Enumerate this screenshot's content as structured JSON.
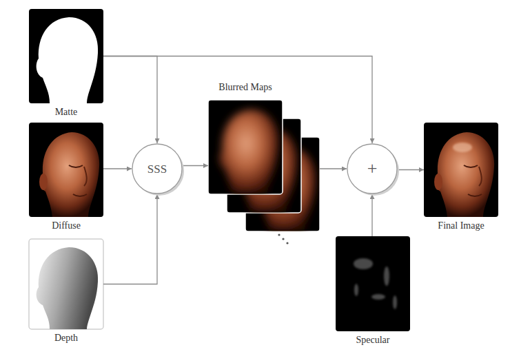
{
  "diagram": {
    "nodes": [
      {
        "text": [
          "Matte"
        ]
      },
      {
        "text": [
          "Diffuse"
        ]
      },
      {
        "text": [
          "Depth"
        ]
      },
      {
        "text": [
          "SSS"
        ]
      },
      {
        "text": [
          "Blurred Maps"
        ]
      },
      {
        "text": [
          "+"
        ]
      },
      {
        "text": [
          "Specular"
        ]
      },
      {
        "text": [
          "Final Image"
        ]
      }
    ],
    "edges": [
      {
        "from": 0,
        "to": 3,
        "arrow": "to"
      },
      {
        "from": 0,
        "to": 5,
        "arrow": "to"
      },
      {
        "from": 1,
        "to": 3,
        "arrow": "to"
      },
      {
        "from": 2,
        "to": 3,
        "arrow": "to"
      },
      {
        "from": 3,
        "to": 4,
        "arrow": "to"
      },
      {
        "from": 4,
        "to": 5,
        "arrow": "to"
      },
      {
        "from": 6,
        "to": 5,
        "arrow": "to"
      },
      {
        "from": 5,
        "to": 7,
        "arrow": "to"
      }
    ]
  }
}
